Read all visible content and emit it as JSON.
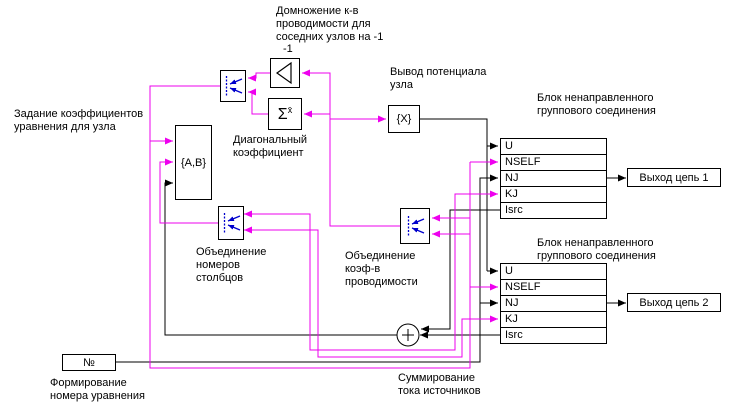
{
  "diagram": {
    "annotations": {
      "gain_note": [
        "Домножение к-в",
        "проводимости для",
        "соседних узлов на -1"
      ],
      "gain_value": "-1",
      "coeff_note": [
        "Задание коэффициентов",
        "уравнения для узла"
      ],
      "diag_note": [
        "Диагональный",
        "коэффициент"
      ],
      "potential_note": [
        "Вывод потенциала",
        "узла"
      ],
      "merge_cols_note": [
        "Объединение",
        "номеров",
        "столбцов"
      ],
      "merge_cond_note": [
        "Объединение",
        "коэф-в",
        "проводимости"
      ],
      "eq_number_note": [
        "Формирование",
        "номера уравнения"
      ],
      "sum_currents_note": [
        "Суммирование",
        "тока источников"
      ]
    },
    "blocks": {
      "ab_source": "{A,B}",
      "x_display": "{X}",
      "eq_number": "№",
      "sum_sigma": "Σ",
      "sum_xbar": "x̄"
    },
    "group_block": {
      "title": [
        "Блок ненаправленного",
        "группового соединения"
      ],
      "ports": [
        "U",
        "NSELF",
        "NJ",
        "KJ",
        "Isrc"
      ]
    },
    "outputs": [
      "Выход цепь 1",
      "Выход цепь 2"
    ],
    "icons": {
      "merge": "mux-merge-icon",
      "gain": "gain-triangle-icon",
      "sum_coeff": "sigma-xbar-icon",
      "adder": "plus-circle-icon"
    },
    "colors": {
      "wire_bus": "#EE00EE",
      "wire_scalar": "#000000",
      "mux_icon": "#0000CC",
      "background": "#FFFFFF"
    }
  }
}
